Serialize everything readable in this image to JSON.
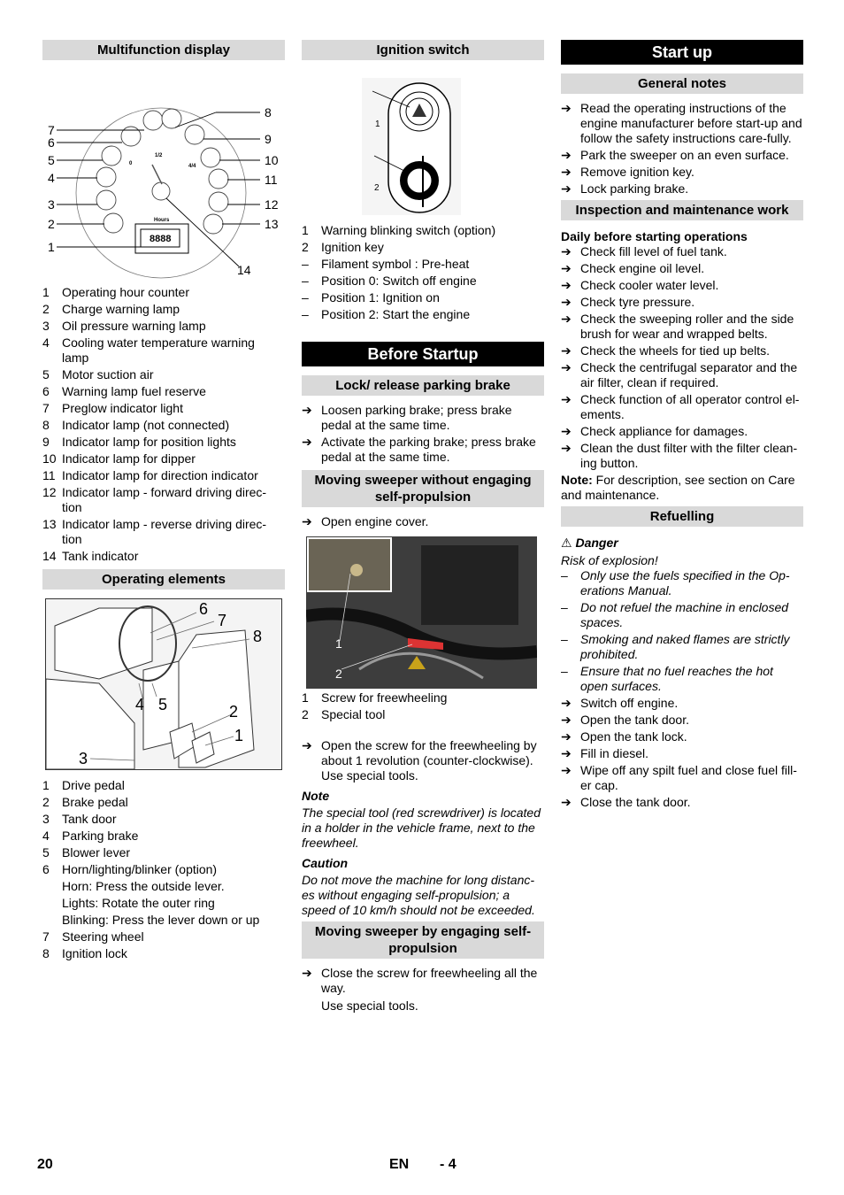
{
  "col1": {
    "multifunction": {
      "title": "Multifunction display",
      "callouts": [
        "1",
        "2",
        "3",
        "4",
        "5",
        "6",
        "7",
        "8",
        "9",
        "10",
        "11",
        "12",
        "13",
        "14"
      ],
      "gauge_labels": {
        "zero": "0",
        "half": "1/2",
        "full": "4/4",
        "hours": "Hours"
      },
      "items": [
        {
          "n": "1",
          "t": "Operating hour counter"
        },
        {
          "n": "2",
          "t": "Charge warning lamp"
        },
        {
          "n": "3",
          "t": "Oil pressure warning lamp"
        },
        {
          "n": "4",
          "t": "Cooling water temperature warning lamp"
        },
        {
          "n": "5",
          "t": "Motor suction air"
        },
        {
          "n": "6",
          "t": "Warning lamp fuel reserve"
        },
        {
          "n": "7",
          "t": "Preglow indicator light"
        },
        {
          "n": "8",
          "t": "Indicator lamp (not connected)"
        },
        {
          "n": "9",
          "t": "Indicator lamp for position lights"
        },
        {
          "n": "10",
          "t": "Indicator lamp for dipper"
        },
        {
          "n": "11",
          "t": "Indicator lamp for direction indicator"
        },
        {
          "n": "12",
          "t": "Indicator lamp - forward driving direc-tion"
        },
        {
          "n": "13",
          "t": "Indicator lamp - reverse driving direc-tion"
        },
        {
          "n": "14",
          "t": "Tank indicator"
        }
      ]
    },
    "operating": {
      "title": "Operating elements",
      "callouts": [
        "1",
        "2",
        "3",
        "4",
        "5",
        "6",
        "7",
        "8"
      ],
      "items": [
        {
          "n": "1",
          "t": "Drive pedal"
        },
        {
          "n": "2",
          "t": "Brake pedal"
        },
        {
          "n": "3",
          "t": "Tank door"
        },
        {
          "n": "4",
          "t": "Parking brake"
        },
        {
          "n": "5",
          "t": "Blower lever"
        },
        {
          "n": "6",
          "t": "Horn/lighting/blinker (option)"
        },
        {
          "n": "",
          "t": "Horn: Press the outside lever."
        },
        {
          "n": "",
          "t": "Lights: Rotate the outer ring"
        },
        {
          "n": "",
          "t": "Blinking: Press the lever down or up"
        },
        {
          "n": "7",
          "t": "Steering wheel"
        },
        {
          "n": "8",
          "t": "Ignition lock"
        }
      ]
    }
  },
  "col2": {
    "ignition": {
      "title": "Ignition switch",
      "callouts": [
        "1",
        "2"
      ],
      "items": [
        {
          "n": "1",
          "t": "Warning blinking switch (option)"
        },
        {
          "n": "2",
          "t": "Ignition key"
        },
        {
          "n": "–",
          "t": "Filament symbol : Pre-heat"
        },
        {
          "n": "–",
          "t": "Position 0: Switch off engine"
        },
        {
          "n": "–",
          "t": "Position 1: Ignition on"
        },
        {
          "n": "–",
          "t": "Position 2: Start the engine"
        }
      ]
    },
    "before_startup": {
      "title": "Before Startup",
      "parking": {
        "title": "Lock/ release parking brake",
        "steps": [
          "Loosen parking brake; press brake pedal at the same time.",
          "Activate the parking brake; press brake pedal at the same time."
        ]
      },
      "without": {
        "title": "Moving sweeper without engaging self-propulsion",
        "step1": "Open engine cover.",
        "photo_callouts": [
          "1",
          "2"
        ],
        "items": [
          {
            "n": "1",
            "t": "Screw for freewheeling"
          },
          {
            "n": "2",
            "t": "Special tool"
          }
        ],
        "step2": "Open the screw for the freewheeling by about 1 revolution (counter-clockwise).",
        "step2b": "Use special tools.",
        "note_label": "Note",
        "note_text": "The special tool (red screwdriver) is located in a holder in the vehicle frame, next to the freewheel.",
        "caution_label": "Caution",
        "caution_text": "Do not move the machine for long distanc-es without engaging self-propulsion; a speed of 10 km/h should not be exceeded."
      },
      "with": {
        "title": "Moving sweeper by engaging self-propulsion",
        "step": "Close the screw for freewheeling all the way.",
        "stepb": "Use special tools."
      }
    }
  },
  "col3": {
    "title": "Start up",
    "general": {
      "title": "General notes",
      "steps": [
        "Read the operating instructions of the engine manufacturer before start-up and follow the safety instructions care-fully.",
        "Park the sweeper on an even surface.",
        "Remove ignition key.",
        "Lock parking brake."
      ]
    },
    "inspection": {
      "title": "Inspection and maintenance work",
      "subtitle": "Daily before starting operations",
      "steps": [
        "Check fill level of fuel tank.",
        "Check engine oil level.",
        "Check cooler water level.",
        "Check tyre pressure.",
        "Check the sweeping roller and the side brush for wear and wrapped belts.",
        "Check the wheels for tied up belts.",
        "Check the centrifugal separator and the air filter, clean if required.",
        "Check function of all operator control el-ements.",
        "Check appliance for damages.",
        "Clean the dust filter with the filter clean-ing button."
      ],
      "note_label": "Note:",
      "note_text": " For description, see section on Care and maintenance."
    },
    "refuelling": {
      "title": "Refuelling",
      "danger_label": "Danger",
      "risk": "Risk of explosion!",
      "warnings": [
        "Only use the fuels specified in the Op-erations Manual.",
        "Do not refuel the machine in enclosed spaces.",
        "Smoking and naked flames are strictly prohibited.",
        "Ensure that no fuel reaches the hot open surfaces."
      ],
      "steps": [
        "Switch off engine.",
        "Open the tank door.",
        "Open the tank lock.",
        "Fill in diesel.",
        "Wipe off any spilt fuel and close fuel fill-er cap.",
        "Close the tank door."
      ]
    }
  },
  "footer": {
    "page": "20",
    "lang": "EN",
    "sub": "- 4"
  },
  "icons": {
    "arrow": "➔",
    "dash": "–",
    "warning": "⚠"
  }
}
